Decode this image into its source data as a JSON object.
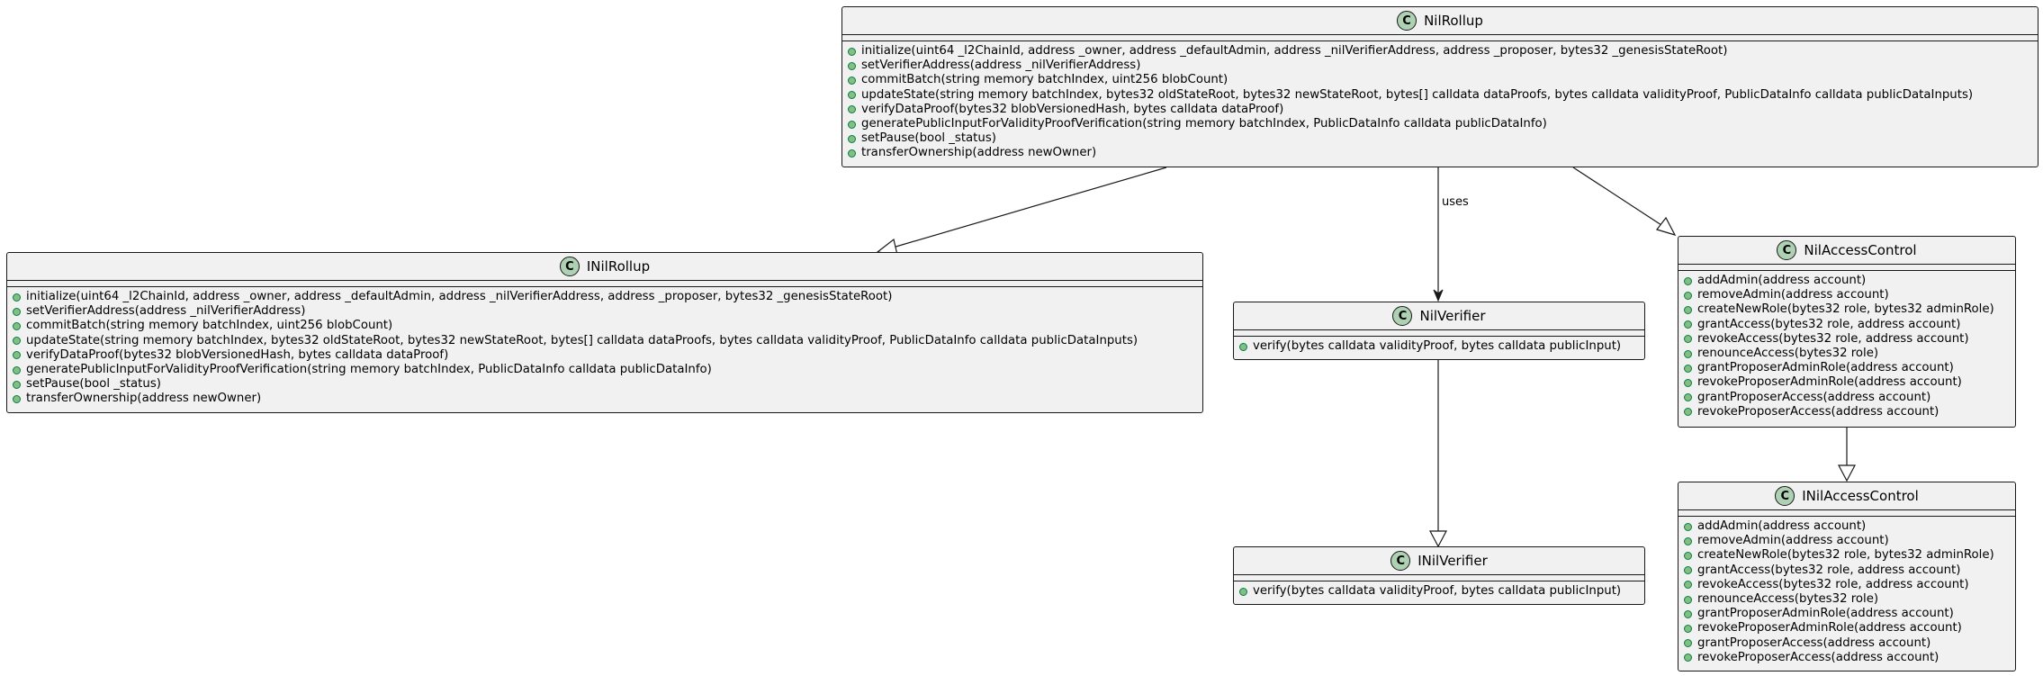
{
  "classes": {
    "nilrollup": {
      "name": "NilRollup",
      "stereotype": "C",
      "methods": [
        "initialize(uint64 _l2ChainId, address _owner, address _defaultAdmin, address _nilVerifierAddress, address _proposer, bytes32 _genesisStateRoot)",
        "setVerifierAddress(address _nilVerifierAddress)",
        "commitBatch(string memory batchIndex, uint256 blobCount)",
        "updateState(string memory batchIndex, bytes32 oldStateRoot, bytes32 newStateRoot, bytes[] calldata dataProofs, bytes calldata validityProof, PublicDataInfo calldata publicDataInputs)",
        "verifyDataProof(bytes32 blobVersionedHash, bytes calldata dataProof)",
        "generatePublicInputForValidityProofVerification(string memory batchIndex, PublicDataInfo calldata publicDataInfo)",
        "setPause(bool _status)",
        "transferOwnership(address newOwner)"
      ]
    },
    "inilrollup": {
      "name": "INilRollup",
      "stereotype": "C",
      "methods": [
        "initialize(uint64 _l2ChainId, address _owner, address _defaultAdmin, address _nilVerifierAddress, address _proposer, bytes32 _genesisStateRoot)",
        "setVerifierAddress(address _nilVerifierAddress)",
        "commitBatch(string memory batchIndex, uint256 blobCount)",
        "updateState(string memory batchIndex, bytes32 oldStateRoot, bytes32 newStateRoot, bytes[] calldata dataProofs, bytes calldata validityProof, PublicDataInfo calldata publicDataInputs)",
        "verifyDataProof(bytes32 blobVersionedHash, bytes calldata dataProof)",
        "generatePublicInputForValidityProofVerification(string memory batchIndex, PublicDataInfo calldata publicDataInfo)",
        "setPause(bool _status)",
        "transferOwnership(address newOwner)"
      ]
    },
    "nilverifier": {
      "name": "NilVerifier",
      "stereotype": "C",
      "methods": [
        "verify(bytes calldata validityProof, bytes calldata publicInput)"
      ]
    },
    "inilverifier": {
      "name": "INilVerifier",
      "stereotype": "C",
      "methods": [
        "verify(bytes calldata validityProof, bytes calldata publicInput)"
      ]
    },
    "nilaccesscontrol": {
      "name": "NilAccessControl",
      "stereotype": "C",
      "methods": [
        "addAdmin(address account)",
        "removeAdmin(address account)",
        "createNewRole(bytes32 role, bytes32 adminRole)",
        "grantAccess(bytes32 role, address account)",
        "revokeAccess(bytes32 role, address account)",
        "renounceAccess(bytes32 role)",
        "grantProposerAdminRole(address account)",
        "revokeProposerAdminRole(address account)",
        "grantProposerAccess(address account)",
        "revokeProposerAccess(address account)"
      ]
    },
    "inilaccesscontrol": {
      "name": "INilAccessControl",
      "stereotype": "C",
      "methods": [
        "addAdmin(address account)",
        "removeAdmin(address account)",
        "createNewRole(bytes32 role, bytes32 adminRole)",
        "grantAccess(bytes32 role, address account)",
        "revokeAccess(bytes32 role, address account)",
        "renounceAccess(bytes32 role)",
        "grantProposerAdminRole(address account)",
        "revokeProposerAdminRole(address account)",
        "grantProposerAccess(address account)",
        "revokeProposerAccess(address account)"
      ]
    }
  },
  "relations": {
    "uses_label": "uses"
  },
  "colors": {
    "box_fill": "#f1f1f1",
    "border": "#181818",
    "badge": "#add1b2",
    "public_dot": "#84be84"
  }
}
